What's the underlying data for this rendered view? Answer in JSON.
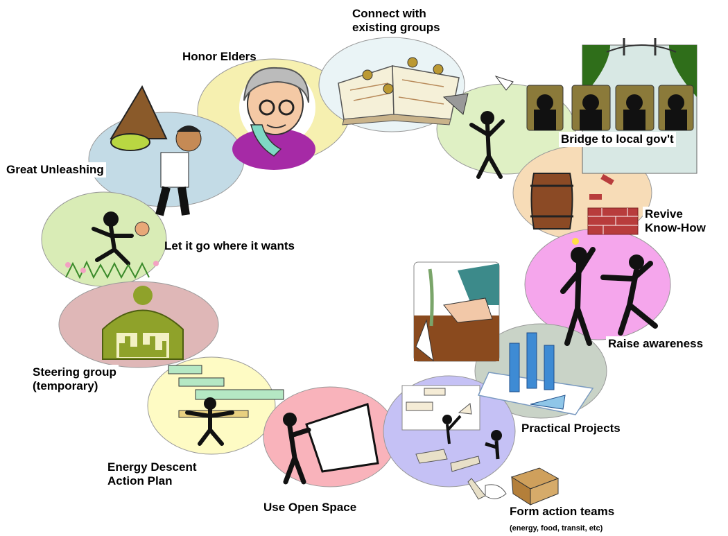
{
  "steps": {
    "connect": "Connect with\nexisting groups",
    "honor": "Honor Elders",
    "bridge": "Bridge to local gov't",
    "unleash": "Great Unleashing",
    "letgo": "Let it go where it wants",
    "revive": "Revive\nKnow-How",
    "awareness": "Raise awareness",
    "steering": "Steering group\n(temporary)",
    "practical": "Practical Projects",
    "edap": "Energy Descent\nAction Plan",
    "openspace": "Use Open Space",
    "teams": "Form action teams",
    "teams_sub": "(energy,  food,  transit, etc)"
  },
  "colors": {
    "yellow": "#f6f0b0",
    "blue": "#c3dbe6",
    "lightgreen": "#d9ecb6",
    "peach": "#f7dcb7",
    "pink": "#f5a6ec",
    "mauve": "#dfb7b7",
    "gray": "#c9d3c7",
    "pale": "#fefbc4",
    "salmon": "#f9b3bb",
    "lavender": "#c5c1f5",
    "green": "#dff0c4"
  }
}
